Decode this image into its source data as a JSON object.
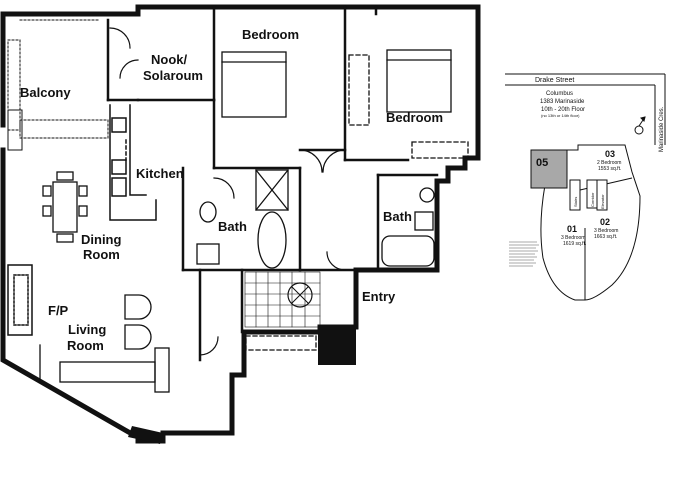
{
  "floorplan": {
    "rooms": {
      "balcony": "Balcony",
      "nook_line1": "Nook/",
      "nook_line2": "Solaroum",
      "bedroom_main": "Bedroom",
      "bedroom_second": "Bedroom",
      "kitchen": "Kitchen",
      "bath_left": "Bath",
      "bath_right": "Bath",
      "dining_line1": "Dining",
      "dining_line2": "Room",
      "fireplace": "F/P",
      "living_line1": "Living",
      "living_line2": "Room",
      "entry": "Entry"
    }
  },
  "keyplan": {
    "street": "Drake Street",
    "avenue": "Marinaside Cres.",
    "building_name": "Columbus",
    "building_address": "1383 Marinaside",
    "floors": "10th - 20th Floor",
    "floors_note": "(no 13th or 14th floor)",
    "units": [
      {
        "number": "05",
        "desc": "",
        "area": "",
        "highlighted": true
      },
      {
        "number": "03",
        "desc": "2 Bedroom",
        "area": "1553 sq.ft.",
        "highlighted": false
      },
      {
        "number": "01",
        "desc": "3 Bedroom",
        "area": "1619 sq.ft.",
        "highlighted": false
      },
      {
        "number": "02",
        "desc": "3 Bedroom",
        "area": "1663 sq.ft.",
        "highlighted": false
      }
    ],
    "core_labels": [
      "Stairs",
      "Corridor",
      "Elevator"
    ]
  },
  "colors": {
    "ink": "#111111",
    "highlight_unit": "#a8a8a8",
    "paper": "#ffffff"
  }
}
